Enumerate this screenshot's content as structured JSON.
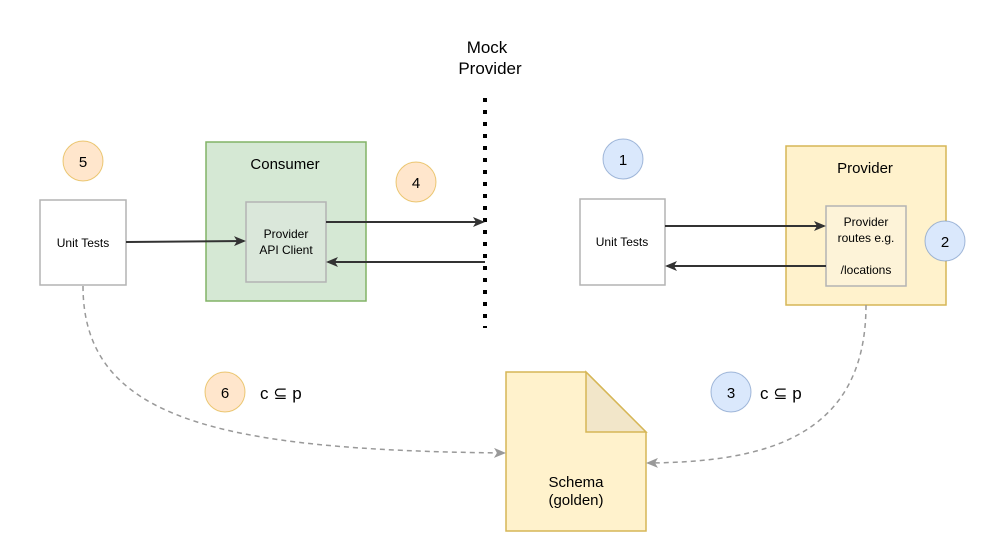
{
  "mock_provider": {
    "line1": "Mock",
    "line2": "Provider"
  },
  "consumer": {
    "title": "Consumer",
    "client_line1": "Provider",
    "client_line2": "API Client"
  },
  "provider": {
    "title": "Provider",
    "routes_line1": "Provider",
    "routes_line2": "routes e.g.",
    "routes_line3": "/locations"
  },
  "unit_tests_left": "Unit Tests",
  "unit_tests_right": "Unit Tests",
  "schema": {
    "line1": "Schema",
    "line2": "(golden)"
  },
  "badges": {
    "b1": "1",
    "b2": "2",
    "b3": "3",
    "b4": "4",
    "b5": "5",
    "b6": "6"
  },
  "subset_labels": {
    "left": "c ⊆ p",
    "right": "c ⊆ p"
  },
  "colors": {
    "consumer_fill": "#d5e8d4",
    "consumer_stroke": "#82b366",
    "provider_fill": "#fff2cc",
    "provider_stroke": "#d6b656",
    "badge_orange_fill": "#ffe6cc",
    "badge_orange_stroke": "#d79b00",
    "badge_blue_fill": "#dae8fc",
    "badge_blue_stroke": "#6c8ebf",
    "box_stroke": "#b3b3b3",
    "arrow": "#333333",
    "dashed": "#999999"
  }
}
